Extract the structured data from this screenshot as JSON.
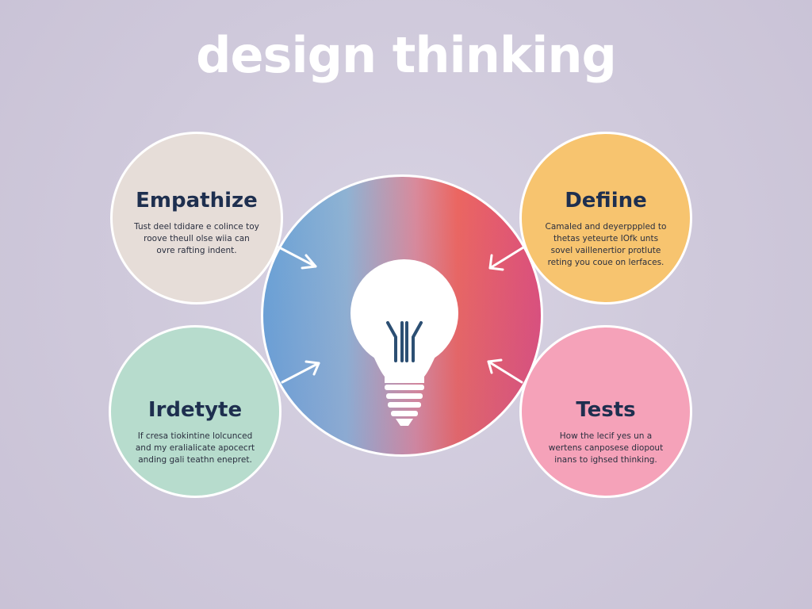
{
  "title": "design thinking",
  "center": {
    "icon": "lightbulb-icon"
  },
  "nodes": {
    "empathize": {
      "title": "Empathize",
      "text": "Tust deel tdidare e colince toy roove theull olse wiia can ovre rafting indent.",
      "color": "#e6ddd8"
    },
    "define": {
      "title": "Defiine",
      "text": "Camaled and deyerpppled to thetas yeteurte IOfk unts sovel vaillenertior protlute reting you coue on lerfaces.",
      "color": "#f7c46f"
    },
    "prototype": {
      "title": "Irdetyte",
      "text": "If cresa tiokintine lolcunced and my eralialicate apocecrt anding gali teathn enepret.",
      "color": "#b7dccd"
    },
    "tests": {
      "title": "Tests",
      "text": "How the lecif yes un a wertens canposese diopout inans to ighsed thinking.",
      "color": "#f5a2b9"
    }
  },
  "colors": {
    "background": "#cfc9db",
    "title": "#ffffff",
    "heading": "#1e2f4f",
    "center_gradient_left": "#6aa3d6",
    "center_gradient_right": "#de4f7a"
  }
}
